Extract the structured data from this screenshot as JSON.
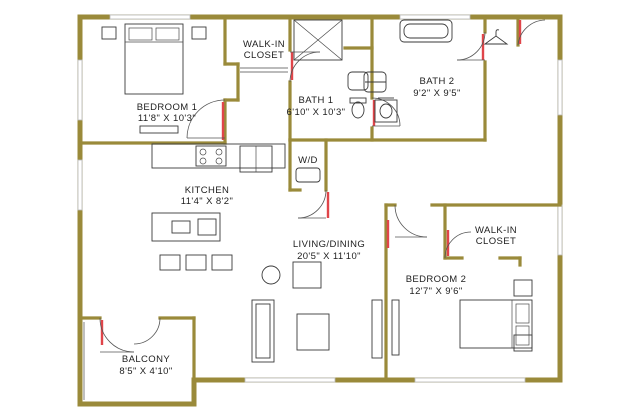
{
  "plan": {
    "rooms": {
      "bedroom1": {
        "name": "BEDROOM 1",
        "dims": "11'8\" X 10'3\""
      },
      "walkin1": {
        "name1": "WALK-IN",
        "name2": "CLOSET"
      },
      "bath1": {
        "name": "BATH 1",
        "dims": "6'10\" X 10'3\""
      },
      "bath2": {
        "name": "BATH 2",
        "dims": "9'2\" X 9'5\""
      },
      "wd": {
        "name": "W/D"
      },
      "kitchen": {
        "name": "KITCHEN",
        "dims": "11'4\" X 8'2\""
      },
      "living": {
        "name": "LIVING/DINING",
        "dims": "20'5\" X 11'10\""
      },
      "walkin2": {
        "name1": "WALK-IN",
        "name2": "CLOSET"
      },
      "bedroom2": {
        "name": "BEDROOM 2",
        "dims": "12'7\" X 9'6\""
      },
      "balcony": {
        "name": "BALCONY",
        "dims": "8'5\" X 4'10\""
      }
    },
    "colors": {
      "wall": "#9a8a3a",
      "door_jamb": "#e0454a",
      "text": "#1e1e1e"
    },
    "icons": [
      "hanger-icon"
    ]
  }
}
